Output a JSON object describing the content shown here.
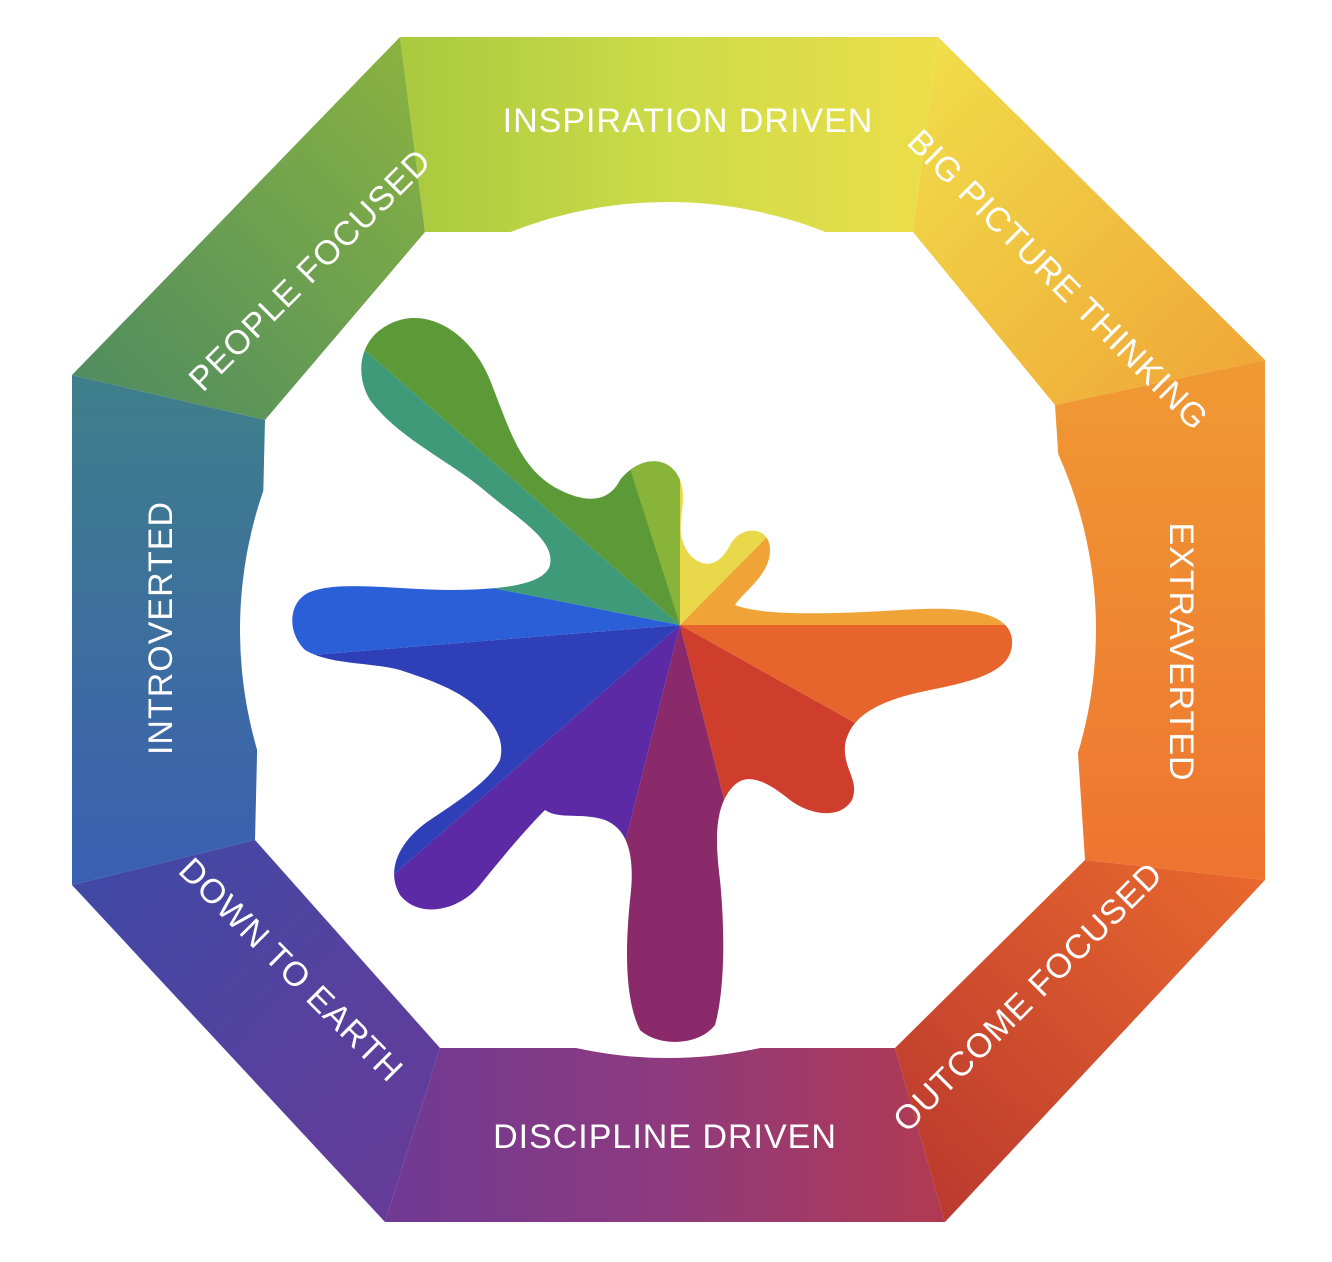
{
  "diagram": {
    "segments": [
      {
        "id": "top",
        "label": "INSPIRATION DRIVEN",
        "color": "#c7d84a"
      },
      {
        "id": "top-right",
        "label": "BIG PICTURE THINKING",
        "color": "#f1c640"
      },
      {
        "id": "right",
        "label": "EXTRAVERTED",
        "color": "#ef8a30"
      },
      {
        "id": "bottom-right",
        "label": "OUTCOME FOCUSED",
        "color": "#d4492b"
      },
      {
        "id": "bottom",
        "label": "DISCIPLINE DRIVEN",
        "color": "#8a3a8a"
      },
      {
        "id": "bottom-left",
        "label": "DOWN TO EARTH",
        "color": "#4a3f9e"
      },
      {
        "id": "left",
        "label": "INTROVERTED",
        "color": "#3b64b4"
      },
      {
        "id": "top-left",
        "label": "PEOPLE FOCUSED",
        "color": "#6aa442"
      }
    ],
    "center_icon": "paint-splash-icon"
  }
}
